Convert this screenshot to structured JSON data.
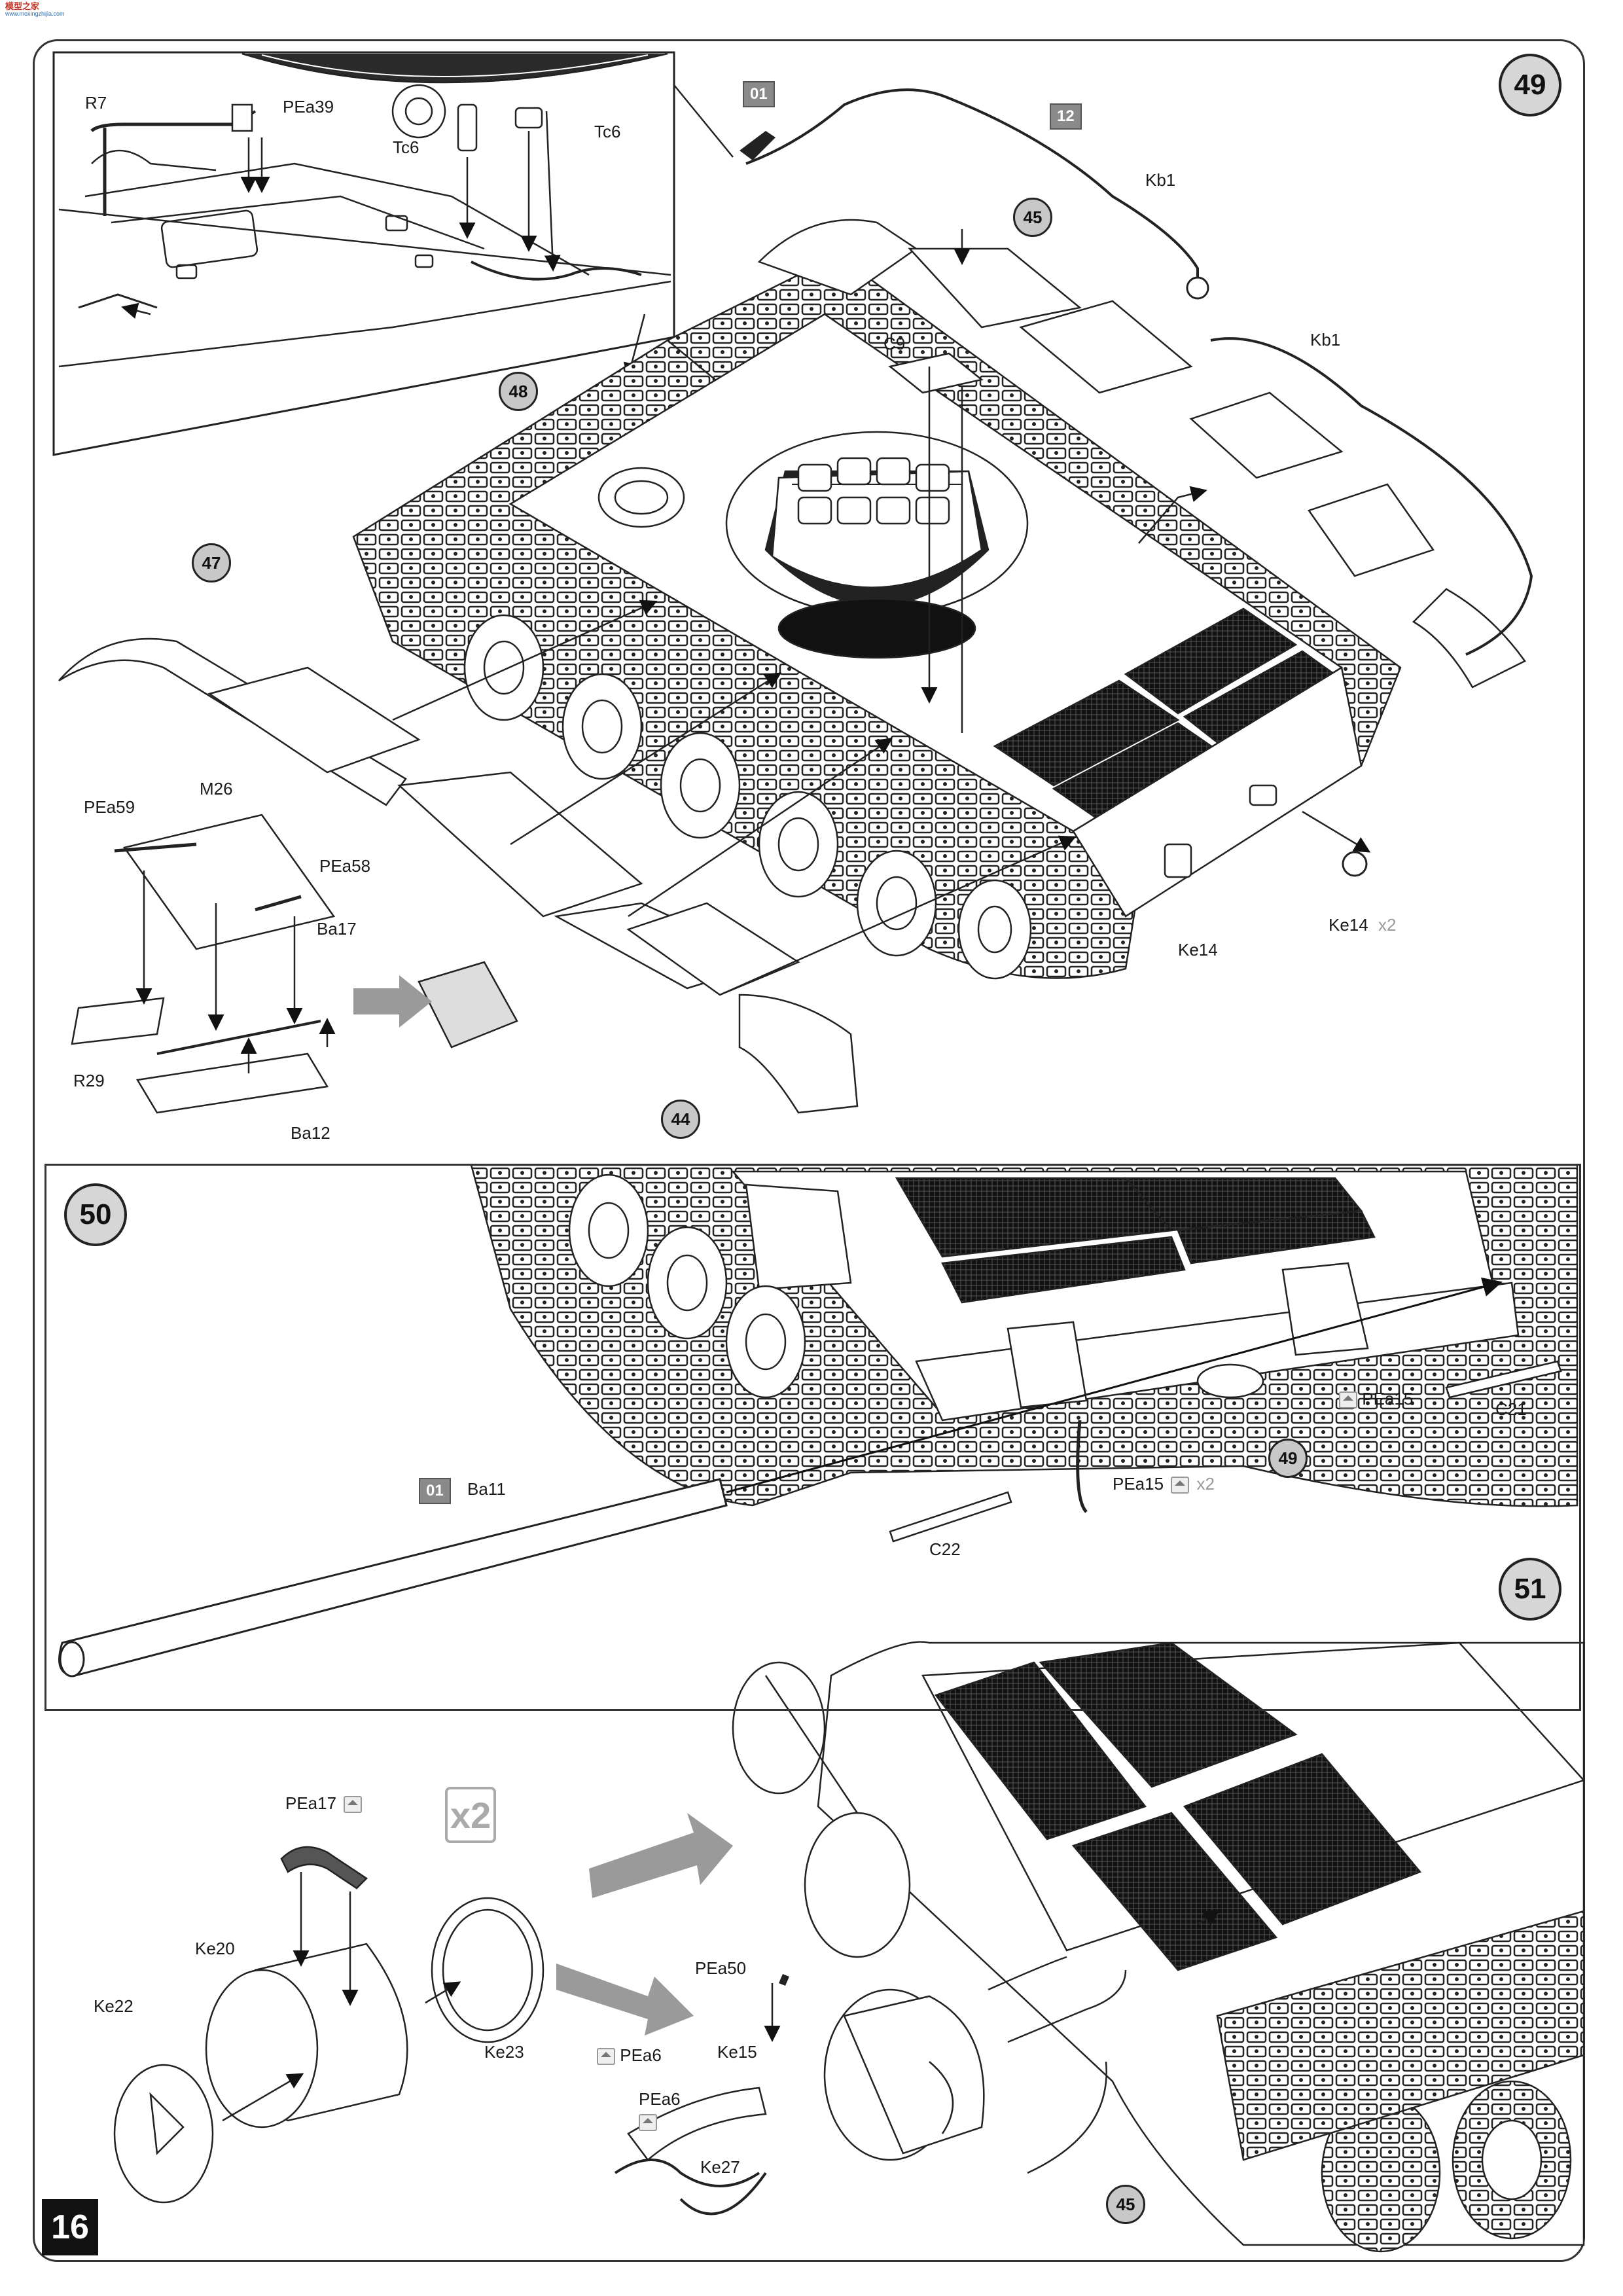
{
  "header": {
    "logo_text": "模型之家",
    "logo_sub": "www.moxingzhijia.com"
  },
  "page_number": "16",
  "steps": {
    "s49": "49",
    "s50": "50",
    "s51": "51"
  },
  "refs": {
    "r45_top": "45",
    "r48": "48",
    "r47": "47",
    "r44": "44",
    "r49": "49",
    "r45_bottom": "45"
  },
  "tags": {
    "t01_top": "01",
    "t12": "12",
    "t01_mid": "01"
  },
  "labels": {
    "R7": "R7",
    "PEa39": "PEa39",
    "Tc6_left": "Tc6",
    "Tc6_right": "Tc6",
    "Kb1_top": "Kb1",
    "Kb1_right": "Kb1",
    "C9": "C9",
    "PEa59": "PEa59",
    "M26": "M26",
    "PEa58": "PEa58",
    "Ba17": "Ba17",
    "R29": "R29",
    "Ba12": "Ba12",
    "Ke14_left": "Ke14",
    "Ke14_right": "Ke14",
    "PEa15_top": "PEa15",
    "C21": "C21",
    "Ba11": "Ba11",
    "PEa15_bottom": "PEa15",
    "C22": "C22",
    "PEa17": "PEa17",
    "Ke20": "Ke20",
    "Ke22": "Ke22",
    "Ke23": "Ke23",
    "PEa50": "PEa50",
    "PEa6_a": "PEa6",
    "PEa6_b": "PEa6",
    "Ke15": "Ke15",
    "Ke27": "Ke27"
  },
  "quantities": {
    "x2_ke14": "x2",
    "x2_pea15": "x2",
    "x2_big": "x2"
  },
  "colors": {
    "line": "#222222",
    "arrow_grey": "#9a9a9a",
    "mesh": "#1a1a1a",
    "ref_fill": "#c8c8c8"
  }
}
